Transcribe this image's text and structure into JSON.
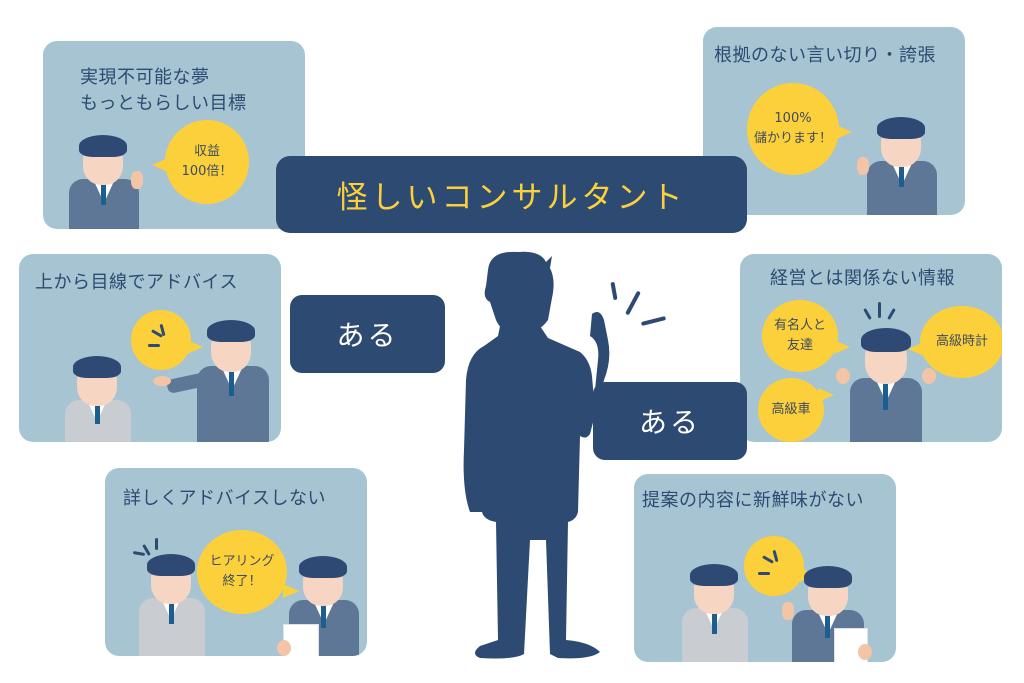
{
  "title": "怪しいコンサルタント",
  "connectors": {
    "left": "ある",
    "right": "ある"
  },
  "cards": [
    {
      "id": "impossible-dream",
      "title_lines": [
        "実現不可能な夢",
        "もっともらしい目標"
      ],
      "bubble_lines": [
        "収益",
        "100倍！"
      ]
    },
    {
      "id": "baseless-claims",
      "title": "根拠のない言い切り・誇張",
      "bubble_lines": [
        "100%",
        "儲かります！"
      ]
    },
    {
      "id": "condescending",
      "title": "上から目線でアドバイス"
    },
    {
      "id": "irrelevant-info",
      "title": "経営とは関係ない情報",
      "bubbles": [
        "有名人と友達",
        "高級時計",
        "高級車"
      ],
      "bubble_1_lines": [
        "有名人と",
        "友達"
      ]
    },
    {
      "id": "no-detail",
      "title": "詳しくアドバイスしない",
      "bubble_lines": [
        "ヒアリング",
        "終了！"
      ]
    },
    {
      "id": "stale-proposal",
      "title": "提案の内容に新鮮味がない"
    }
  ],
  "colors": {
    "navy": "#2d4a72",
    "card_bg": "#a7c4d3",
    "bubble_yellow": "#fbd03b",
    "title_yellow": "#fbd03b",
    "background": "#ffffff"
  }
}
